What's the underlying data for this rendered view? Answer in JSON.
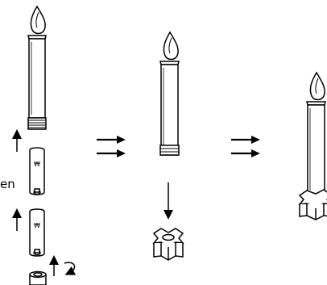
{
  "figure": {
    "cropped_label": "en",
    "stages": [
      {
        "id": "assembly",
        "parts": [
          "candle-body-with-flame",
          "battery",
          "battery",
          "battery-cap"
        ]
      },
      {
        "id": "assembled-candle",
        "parts": [
          "candle",
          "star-base"
        ]
      },
      {
        "id": "candle-on-star-base",
        "parts": [
          "candle",
          "star-base"
        ]
      }
    ],
    "colors": {
      "stroke": "#000000",
      "fill": "#ffffff"
    }
  }
}
